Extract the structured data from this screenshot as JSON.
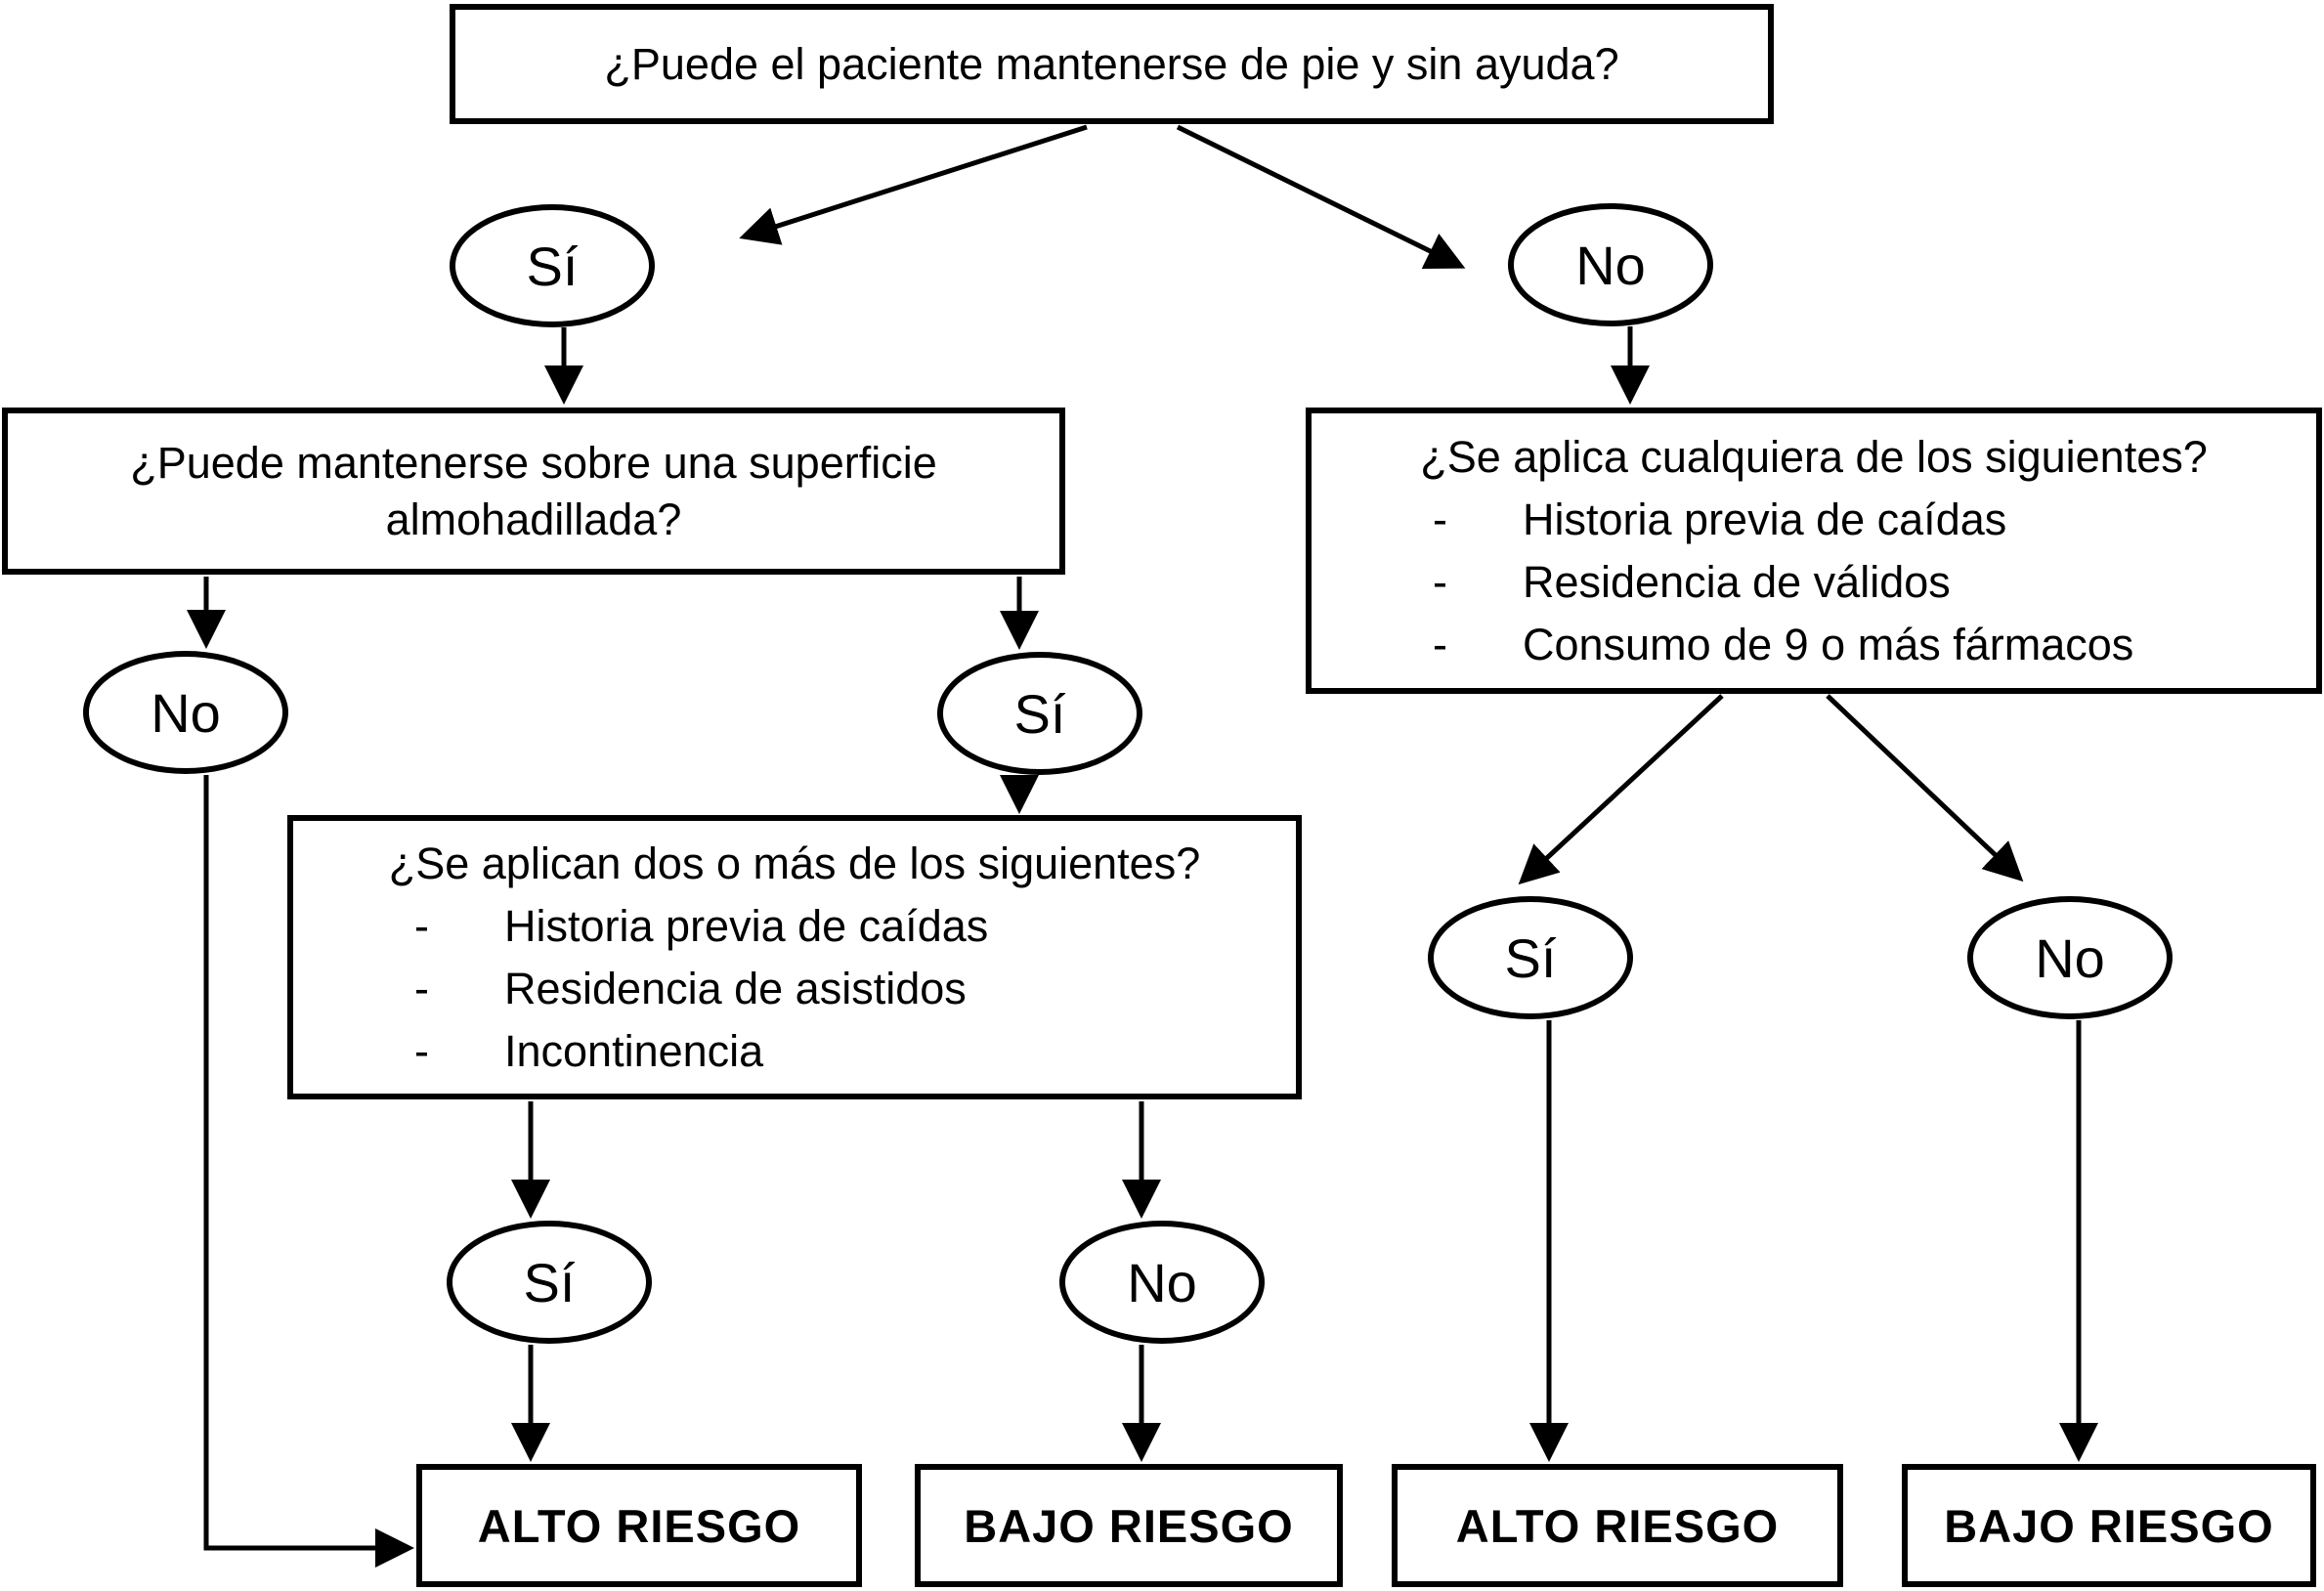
{
  "diagram": {
    "colors": {
      "ink": "#000000",
      "paper": "#ffffff"
    },
    "nodes": {
      "q_stand": {
        "text": "¿Puede el paciente mantenerse de pie y sin ayuda?"
      },
      "q_padded": {
        "text": "¿Puede mantenerse sobre una superficie almohadillada?"
      },
      "q_any": {
        "title": "¿Se aplica cualquiera de los siguientes?",
        "bullet": "-",
        "items": [
          "Historia previa de caídas",
          "Residencia de válidos",
          "Consumo de 9 o más fármacos"
        ]
      },
      "q_two": {
        "title": "¿Se aplican dos o más de los siguientes?",
        "bullet": "-",
        "items": [
          "Historia previa de caídas",
          "Residencia de asistidos",
          "Incontinencia"
        ]
      },
      "labels": {
        "yes": "Sí",
        "no": "No"
      },
      "outcomes": {
        "high": "ALTO RIESGO",
        "low": "BAJO RIESGO"
      }
    }
  }
}
